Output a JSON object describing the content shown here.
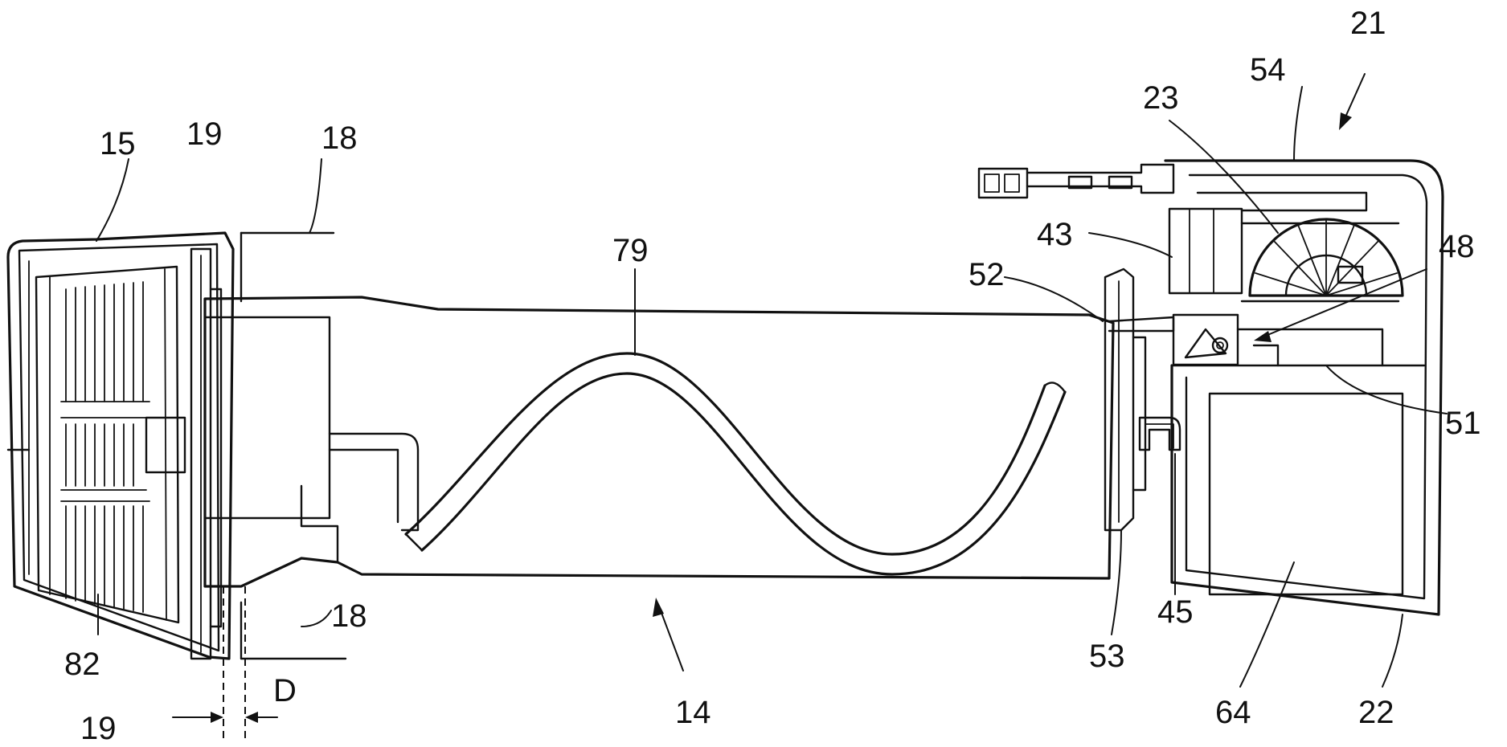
{
  "figure": {
    "reference_numerals": {
      "r15": "15",
      "r19_top": "19",
      "r18_top": "18",
      "r79": "79",
      "r52": "52",
      "r43": "43",
      "r23": "23",
      "r54": "54",
      "r21": "21",
      "r48": "48",
      "r51": "51",
      "r82": "82",
      "r18_bottom": "18",
      "rD": "D",
      "r19_bottom": "19",
      "r14": "14",
      "r53": "53",
      "r45": "45",
      "r64": "64",
      "r22": "22"
    }
  }
}
